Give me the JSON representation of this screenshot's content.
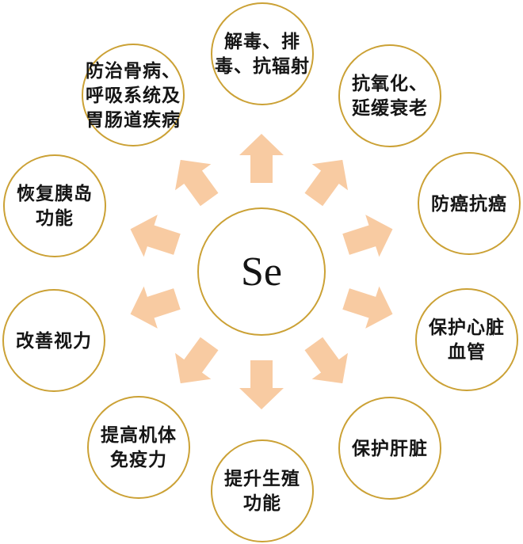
{
  "diagram": {
    "center_label": "Se",
    "colors": {
      "circle_border": "#CBA135",
      "arrow_fill": "#F8CBA2",
      "text": "#151515",
      "background": "#FFFFFF"
    },
    "arrow_directions": [
      "up",
      "up-right",
      "right-up",
      "right-down",
      "down-right",
      "down",
      "down-left",
      "left-down",
      "left-up",
      "up-left"
    ],
    "nodes": [
      {
        "id": "detox-radiation",
        "angle": 0,
        "label": "解毒、排毒、抗辐射",
        "lines": [
          "解毒、排",
          "毒、抗辐射"
        ]
      },
      {
        "id": "antioxidant-aging",
        "angle": 36,
        "label": "抗氧化、延缓衰老",
        "lines": [
          "抗氧化、",
          "延缓衰老"
        ]
      },
      {
        "id": "anti-cancer",
        "angle": 72,
        "label": "防癌抗癌",
        "lines": [
          "防癌抗癌"
        ]
      },
      {
        "id": "heart-vessels",
        "angle": 108,
        "label": "保护心脏血管",
        "lines": [
          "保护心脏",
          "血管"
        ]
      },
      {
        "id": "liver",
        "angle": 144,
        "label": "保护肝脏",
        "lines": [
          "保护肝脏"
        ]
      },
      {
        "id": "reproductive",
        "angle": 180,
        "label": "提升生殖功能",
        "lines": [
          "提升生殖",
          "功能"
        ]
      },
      {
        "id": "immunity",
        "angle": 216,
        "label": "提高机体免疫力",
        "lines": [
          "提高机体",
          "免疫力"
        ]
      },
      {
        "id": "vision",
        "angle": 252,
        "label": "改善视力",
        "lines": [
          "改善视力"
        ]
      },
      {
        "id": "pancreatic-islet",
        "angle": 288,
        "label": "恢复胰岛功能",
        "lines": [
          "恢复胰岛",
          "功能"
        ]
      },
      {
        "id": "bone-respiratory-gi",
        "angle": 324,
        "label": "防治骨病、呼吸系统及胃肠道疾病",
        "lines": [
          "防治骨病、",
          "呼吸系统及",
          "胃肠道疾病"
        ]
      }
    ]
  }
}
